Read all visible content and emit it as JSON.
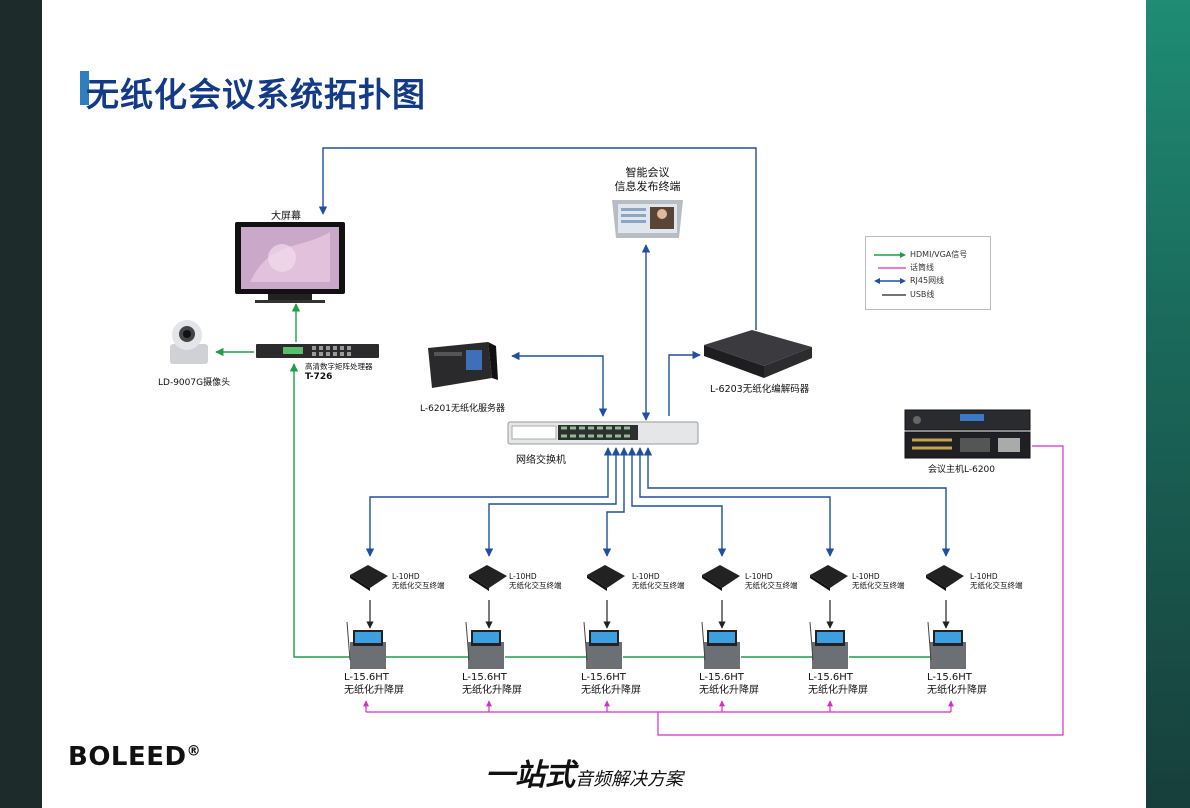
{
  "title": "无纸化会议系统拓扑图",
  "devices": {
    "big_screen": "大屏幕",
    "info_terminal": [
      "智能会议",
      "信息发布终端"
    ],
    "camera": "LD-9007G摄像头",
    "matrix": [
      "高清数字矩阵处理器",
      "T-726"
    ],
    "server": "L-6201无纸化服务器",
    "codec": "L-6203无纸化编解码器",
    "switch": "网络交换机",
    "host": "会议主机L-6200"
  },
  "terminals": [
    {
      "model": "L-10HD",
      "desc": "无纸化交互终端",
      "screen_model": "L-15.6HT",
      "screen_desc": "无纸化升降屏"
    },
    {
      "model": "L-10HD",
      "desc": "无纸化交互终端",
      "screen_model": "L-15.6HT",
      "screen_desc": "无纸化升降屏"
    },
    {
      "model": "L-10HD",
      "desc": "无纸化交互终端",
      "screen_model": "L-15.6HT",
      "screen_desc": "无纸化升降屏"
    },
    {
      "model": "L-10HD",
      "desc": "无纸化交互终端",
      "screen_model": "L-15.6HT",
      "screen_desc": "无纸化升降屏"
    },
    {
      "model": "L-10HD",
      "desc": "无纸化交互终端",
      "screen_model": "L-15.6HT",
      "screen_desc": "无纸化升降屏"
    },
    {
      "model": "L-10HD",
      "desc": "无纸化交互终端",
      "screen_model": "L-15.6HT",
      "screen_desc": "无纸化升降屏"
    }
  ],
  "legend": [
    {
      "label": "HDMI/VGA信号",
      "color": "#1f9e4a"
    },
    {
      "label": "话筒线",
      "color": "#d42fc2"
    },
    {
      "label": "RJ45网线",
      "color": "#1f4fa0"
    },
    {
      "label": "USB线",
      "color": "#222222"
    }
  ],
  "brand": "BOLEED",
  "brand_mark": "®",
  "slogan_big": "一站式",
  "slogan_small": "音频解决方案"
}
